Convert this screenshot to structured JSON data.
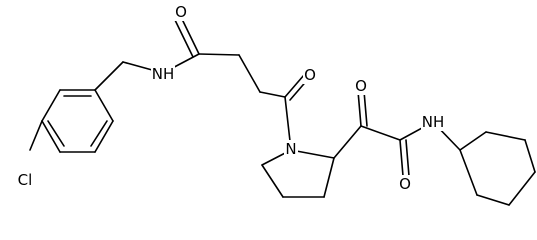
{
  "structure": {
    "atom_labels": {
      "o_amide_top": "O",
      "nh_benzylamide": "NH",
      "o_ketone_chain": "O",
      "n_pyrrolidine": "N",
      "o_keto_alpha": "O",
      "nh_cyclohexylamide": "NH",
      "o_amide_bottom": "O",
      "cl": "Cl"
    }
  }
}
